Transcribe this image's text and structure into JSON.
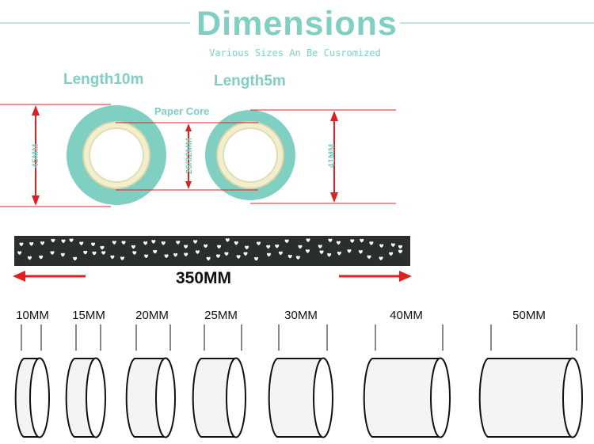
{
  "header": {
    "title": "Dimensions",
    "subtitle": "Various Sizes An Be Cusromized"
  },
  "rolls": {
    "length_10m_label": "Length10m",
    "length_5m_label": "Length5m",
    "core_label": "Paper Core",
    "outer_10m_label": "45MM",
    "core_size_label": "26/32MM",
    "outer_5m_label": "41MM"
  },
  "tape_strip": {
    "length_label": "350MM"
  },
  "widths": [
    {
      "label": "10MM"
    },
    {
      "label": "15MM"
    },
    {
      "label": "20MM"
    },
    {
      "label": "25MM"
    },
    {
      "label": "30MM"
    },
    {
      "label": "40MM"
    },
    {
      "label": "50MM"
    }
  ],
  "colors": {
    "teal": "#7fcfc2",
    "core": "#f2efcf",
    "arrow": "#e02020",
    "tape": "#2a2e2c"
  }
}
